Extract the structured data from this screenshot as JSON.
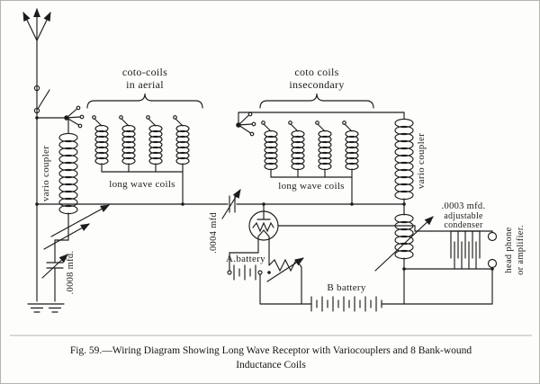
{
  "page": {
    "ink_color": "#1c1c1c",
    "paper_color": "#fdfdfb"
  },
  "diagram": {
    "aerial_group_label_line1": "coto-coils",
    "aerial_group_label_line2": "in aerial",
    "secondary_group_label_line1": "coto coils",
    "secondary_group_label_line2": "insecondary",
    "left_vario_coupler_label": "vario coupler",
    "right_vario_coupler_label": "vario coupler",
    "left_long_wave_coils_label": "long wave coils",
    "right_long_wave_coils_label": "long wave coils",
    "grid_condenser_label": ".0004 mfd",
    "aerial_condenser_label": ".0008 mfd.",
    "output_condenser_value": ".0003 mfd.",
    "output_condenser_label_line1": "adjustable",
    "output_condenser_label_line2": "condenser",
    "a_battery_label": "A.battery",
    "b_battery_label": "B battery",
    "headphone_label_line1": "head phone",
    "headphone_label_line2": "or amplifier."
  },
  "caption": {
    "line1": "Fig. 59.—Wiring Diagram Showing Long Wave Receptor with Variocouplers and 8 Bank-wound",
    "line2": "Inductance Coils"
  }
}
